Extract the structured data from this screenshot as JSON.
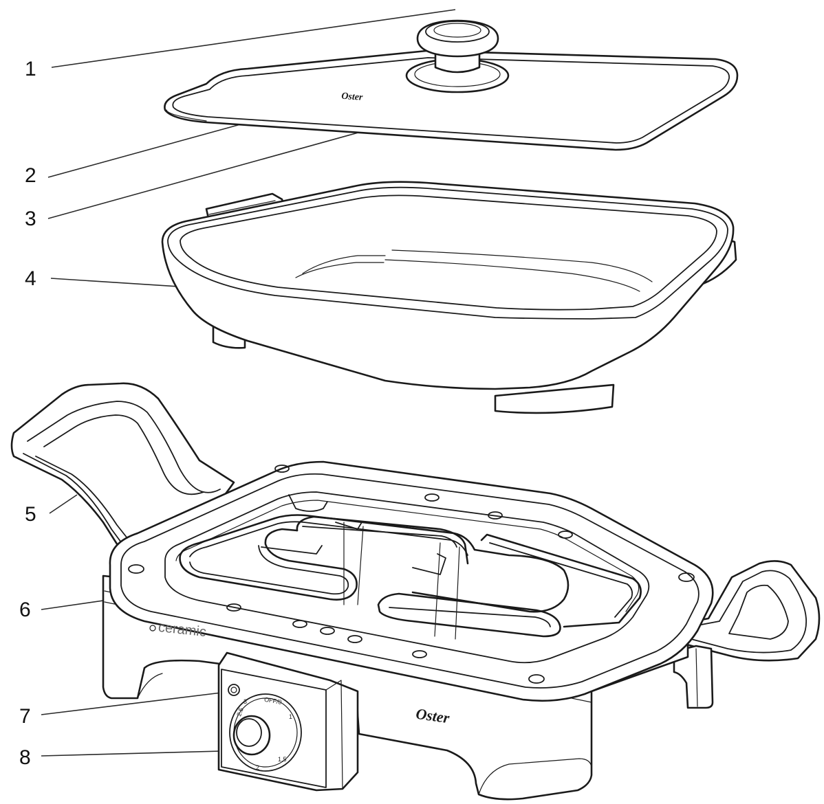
{
  "callouts": [
    {
      "number": "1"
    },
    {
      "number": "2"
    },
    {
      "number": "3"
    },
    {
      "number": "4"
    },
    {
      "number": "5"
    },
    {
      "number": "6"
    },
    {
      "number": "7"
    },
    {
      "number": "8"
    }
  ],
  "branding": {
    "lid_logo": "Oster",
    "base_logo": "Oster",
    "ceramic_label": "ceramic"
  },
  "dial": {
    "markings": [
      "OFF/0",
      "1",
      "1.5",
      "2",
      "2.5",
      "3"
    ]
  }
}
